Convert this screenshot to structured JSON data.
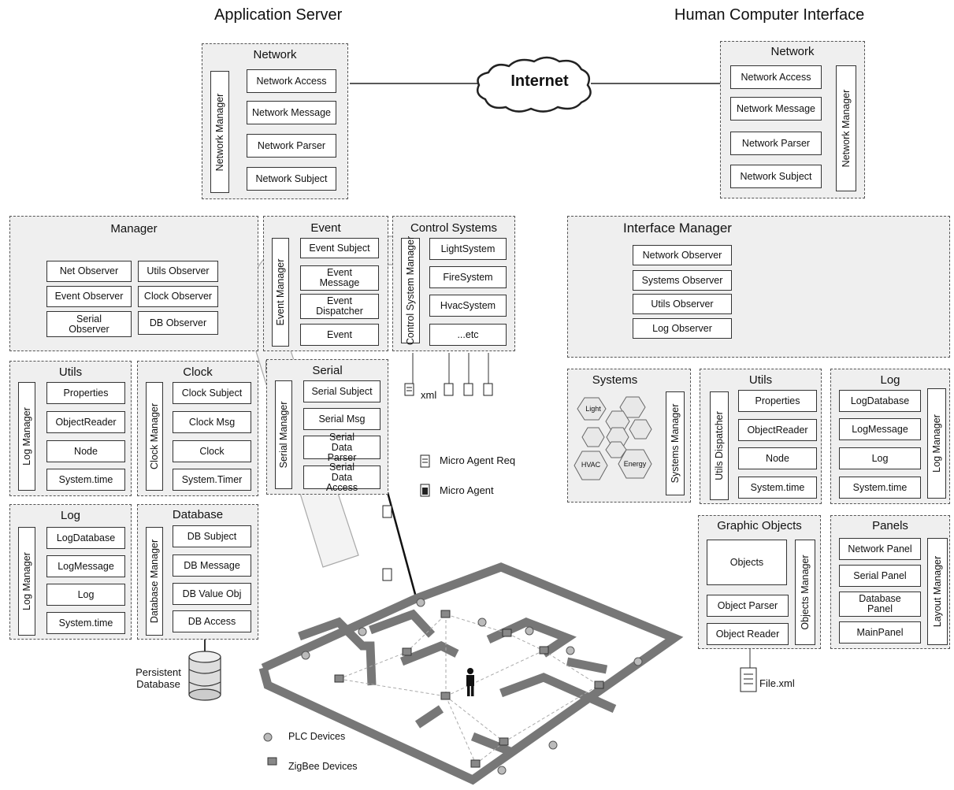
{
  "titles": {
    "app_server": "Application Server",
    "hci": "Human Computer Interface"
  },
  "internet": "Internet",
  "app": {
    "network": {
      "title": "Network",
      "manager": "Network Manager",
      "items": [
        "Network Access",
        "Network Message",
        "Network Parser",
        "Network Subject"
      ]
    },
    "manager": {
      "title": "Manager",
      "left": [
        "Net Observer",
        "Event Observer",
        "Serial Observer"
      ],
      "right": [
        "Utils Observer",
        "Clock Observer",
        "DB Observer"
      ]
    },
    "event": {
      "title": "Event",
      "manager": "Event Manager",
      "items": [
        "Event Subject",
        "Event Message",
        "Event Dispatcher",
        "Event"
      ]
    },
    "control": {
      "title": "Control Systems",
      "manager": "Control System Manager",
      "items": [
        "LightSystem",
        "FireSystem",
        "HvacSystem",
        "...etc"
      ],
      "xml": "xml"
    },
    "utils": {
      "title": "Utils",
      "manager": "Log Manager",
      "items": [
        "Properties",
        "ObjectReader",
        "Node",
        "System.time"
      ]
    },
    "clock": {
      "title": "Clock",
      "manager": "Clock Manager",
      "items": [
        "Clock Subject",
        "Clock Msg",
        "Clock",
        "System.Timer"
      ]
    },
    "serial": {
      "title": "Serial",
      "manager": "Serial Manager",
      "items": [
        "Serial Subject",
        "Serial Msg",
        "Serial Data Parser",
        "Serial Data Access"
      ]
    },
    "log": {
      "title": "Log",
      "manager": "Log Manager",
      "items": [
        "LogDatabase",
        "LogMessage",
        "Log",
        "System.time"
      ]
    },
    "database": {
      "title": "Database",
      "manager": "Database Manager",
      "items": [
        "DB Subject",
        "DB Message",
        "DB Value Obj",
        "DB Access"
      ]
    },
    "persistent": "Persistent Database"
  },
  "legend": {
    "micro_agent_req": "Micro Agent Req",
    "micro_agent": "Micro Agent",
    "plc": "PLC Devices",
    "zigbee": "ZigBee Devices"
  },
  "hci": {
    "network": {
      "title": "Network",
      "manager": "Network Manager",
      "items": [
        "Network Access",
        "Network Message",
        "Network Parser",
        "Network Subject"
      ]
    },
    "interface_manager": {
      "title": "Interface Manager",
      "items": [
        "Network Observer",
        "Systems Observer",
        "Utils Observer",
        "Log Observer"
      ]
    },
    "systems": {
      "title": "Systems",
      "manager": "Systems Manager",
      "hexes": [
        "Light",
        "HVAC",
        "Energy"
      ]
    },
    "utils": {
      "title": "Utils",
      "manager": "Utils Dispatcher",
      "items": [
        "Properties",
        "ObjectReader",
        "Node",
        "System.time"
      ]
    },
    "log": {
      "title": "Log",
      "manager": "Log Manager",
      "items": [
        "LogDatabase",
        "LogMessage",
        "Log",
        "System.time"
      ]
    },
    "graphic": {
      "title": "Graphic Objects",
      "manager": "Objects Manager",
      "items": [
        "Objects",
        "Object Parser",
        "Object Reader"
      ],
      "file": "File.xml"
    },
    "panels": {
      "title": "Panels",
      "manager": "Layout Manager",
      "items": [
        "Network Panel",
        "Serial Panel",
        "Database Panel",
        "MainPanel"
      ]
    }
  }
}
